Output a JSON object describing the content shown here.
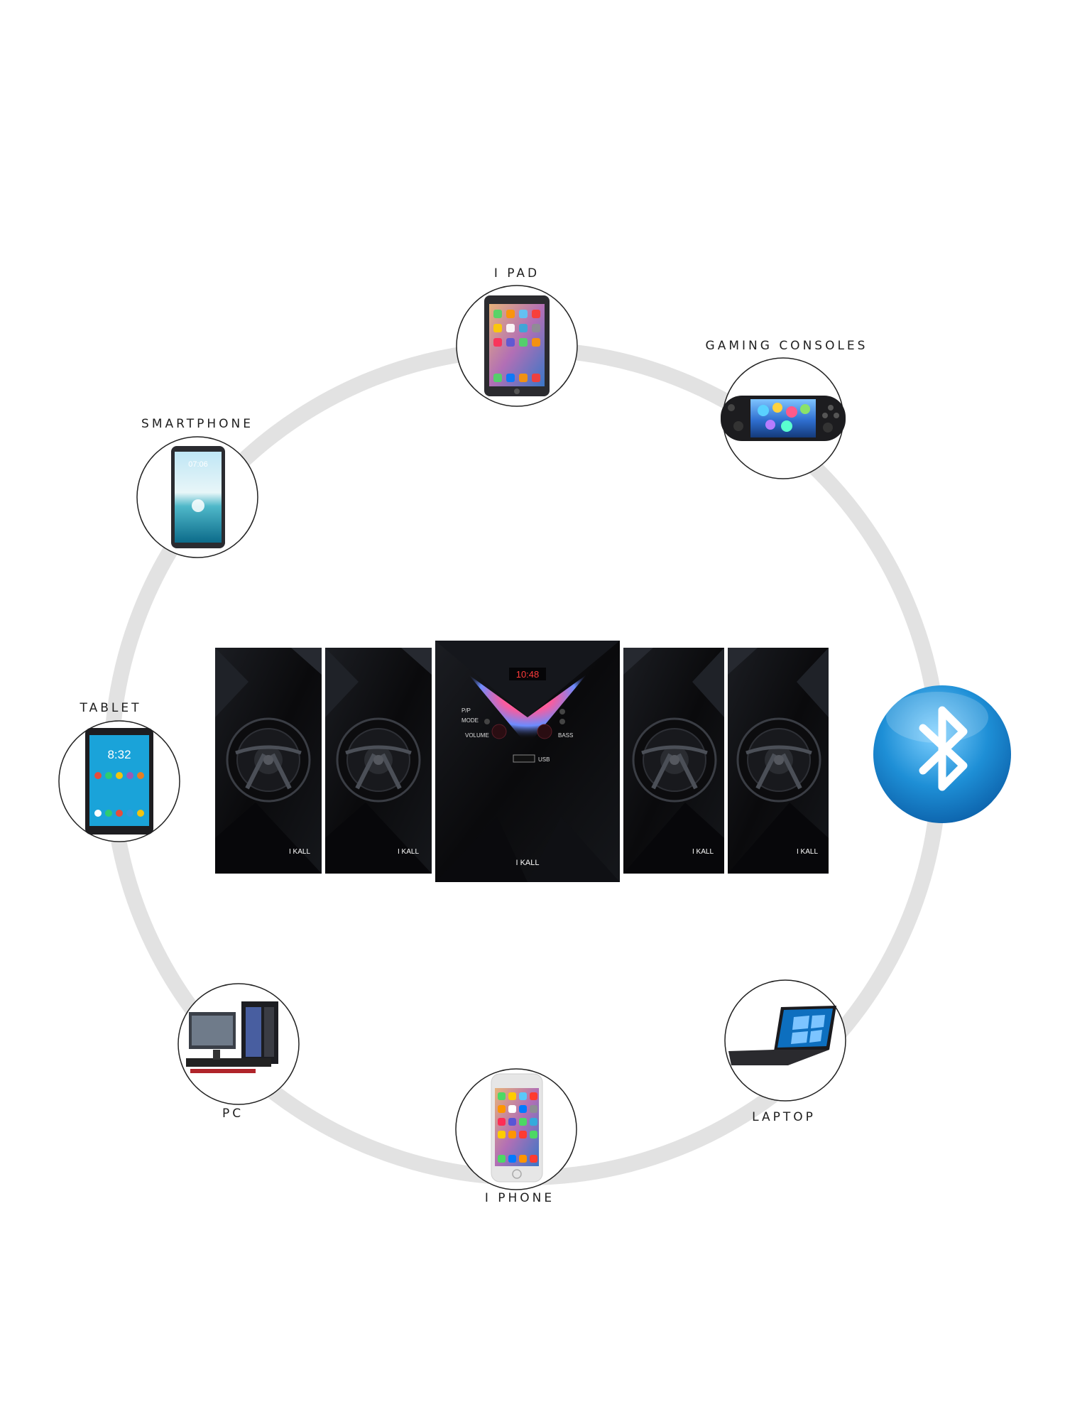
{
  "devices": {
    "ipad": "I PAD",
    "gaming_consoles": "GAMING CONSOLES",
    "smartphone": "SMARTPHONE",
    "tablet": "TABLET",
    "pc": "PC",
    "iphone": "I PHONE",
    "laptop": "LAPTOP"
  },
  "screens": {
    "smartphone_time": "07:06",
    "tablet_time": "8:32"
  },
  "speaker_system": {
    "brand": "I KALL",
    "display": "10:48",
    "controls": [
      "P/P",
      "MODE",
      "VOLUME",
      "BASS",
      "USB"
    ]
  },
  "bluetooth_icon": "bluetooth-icon",
  "colors": {
    "ring": "#e2e2e2",
    "bluetooth_blue": "#1e8fd6",
    "speaker_black": "#0b0b0d"
  }
}
